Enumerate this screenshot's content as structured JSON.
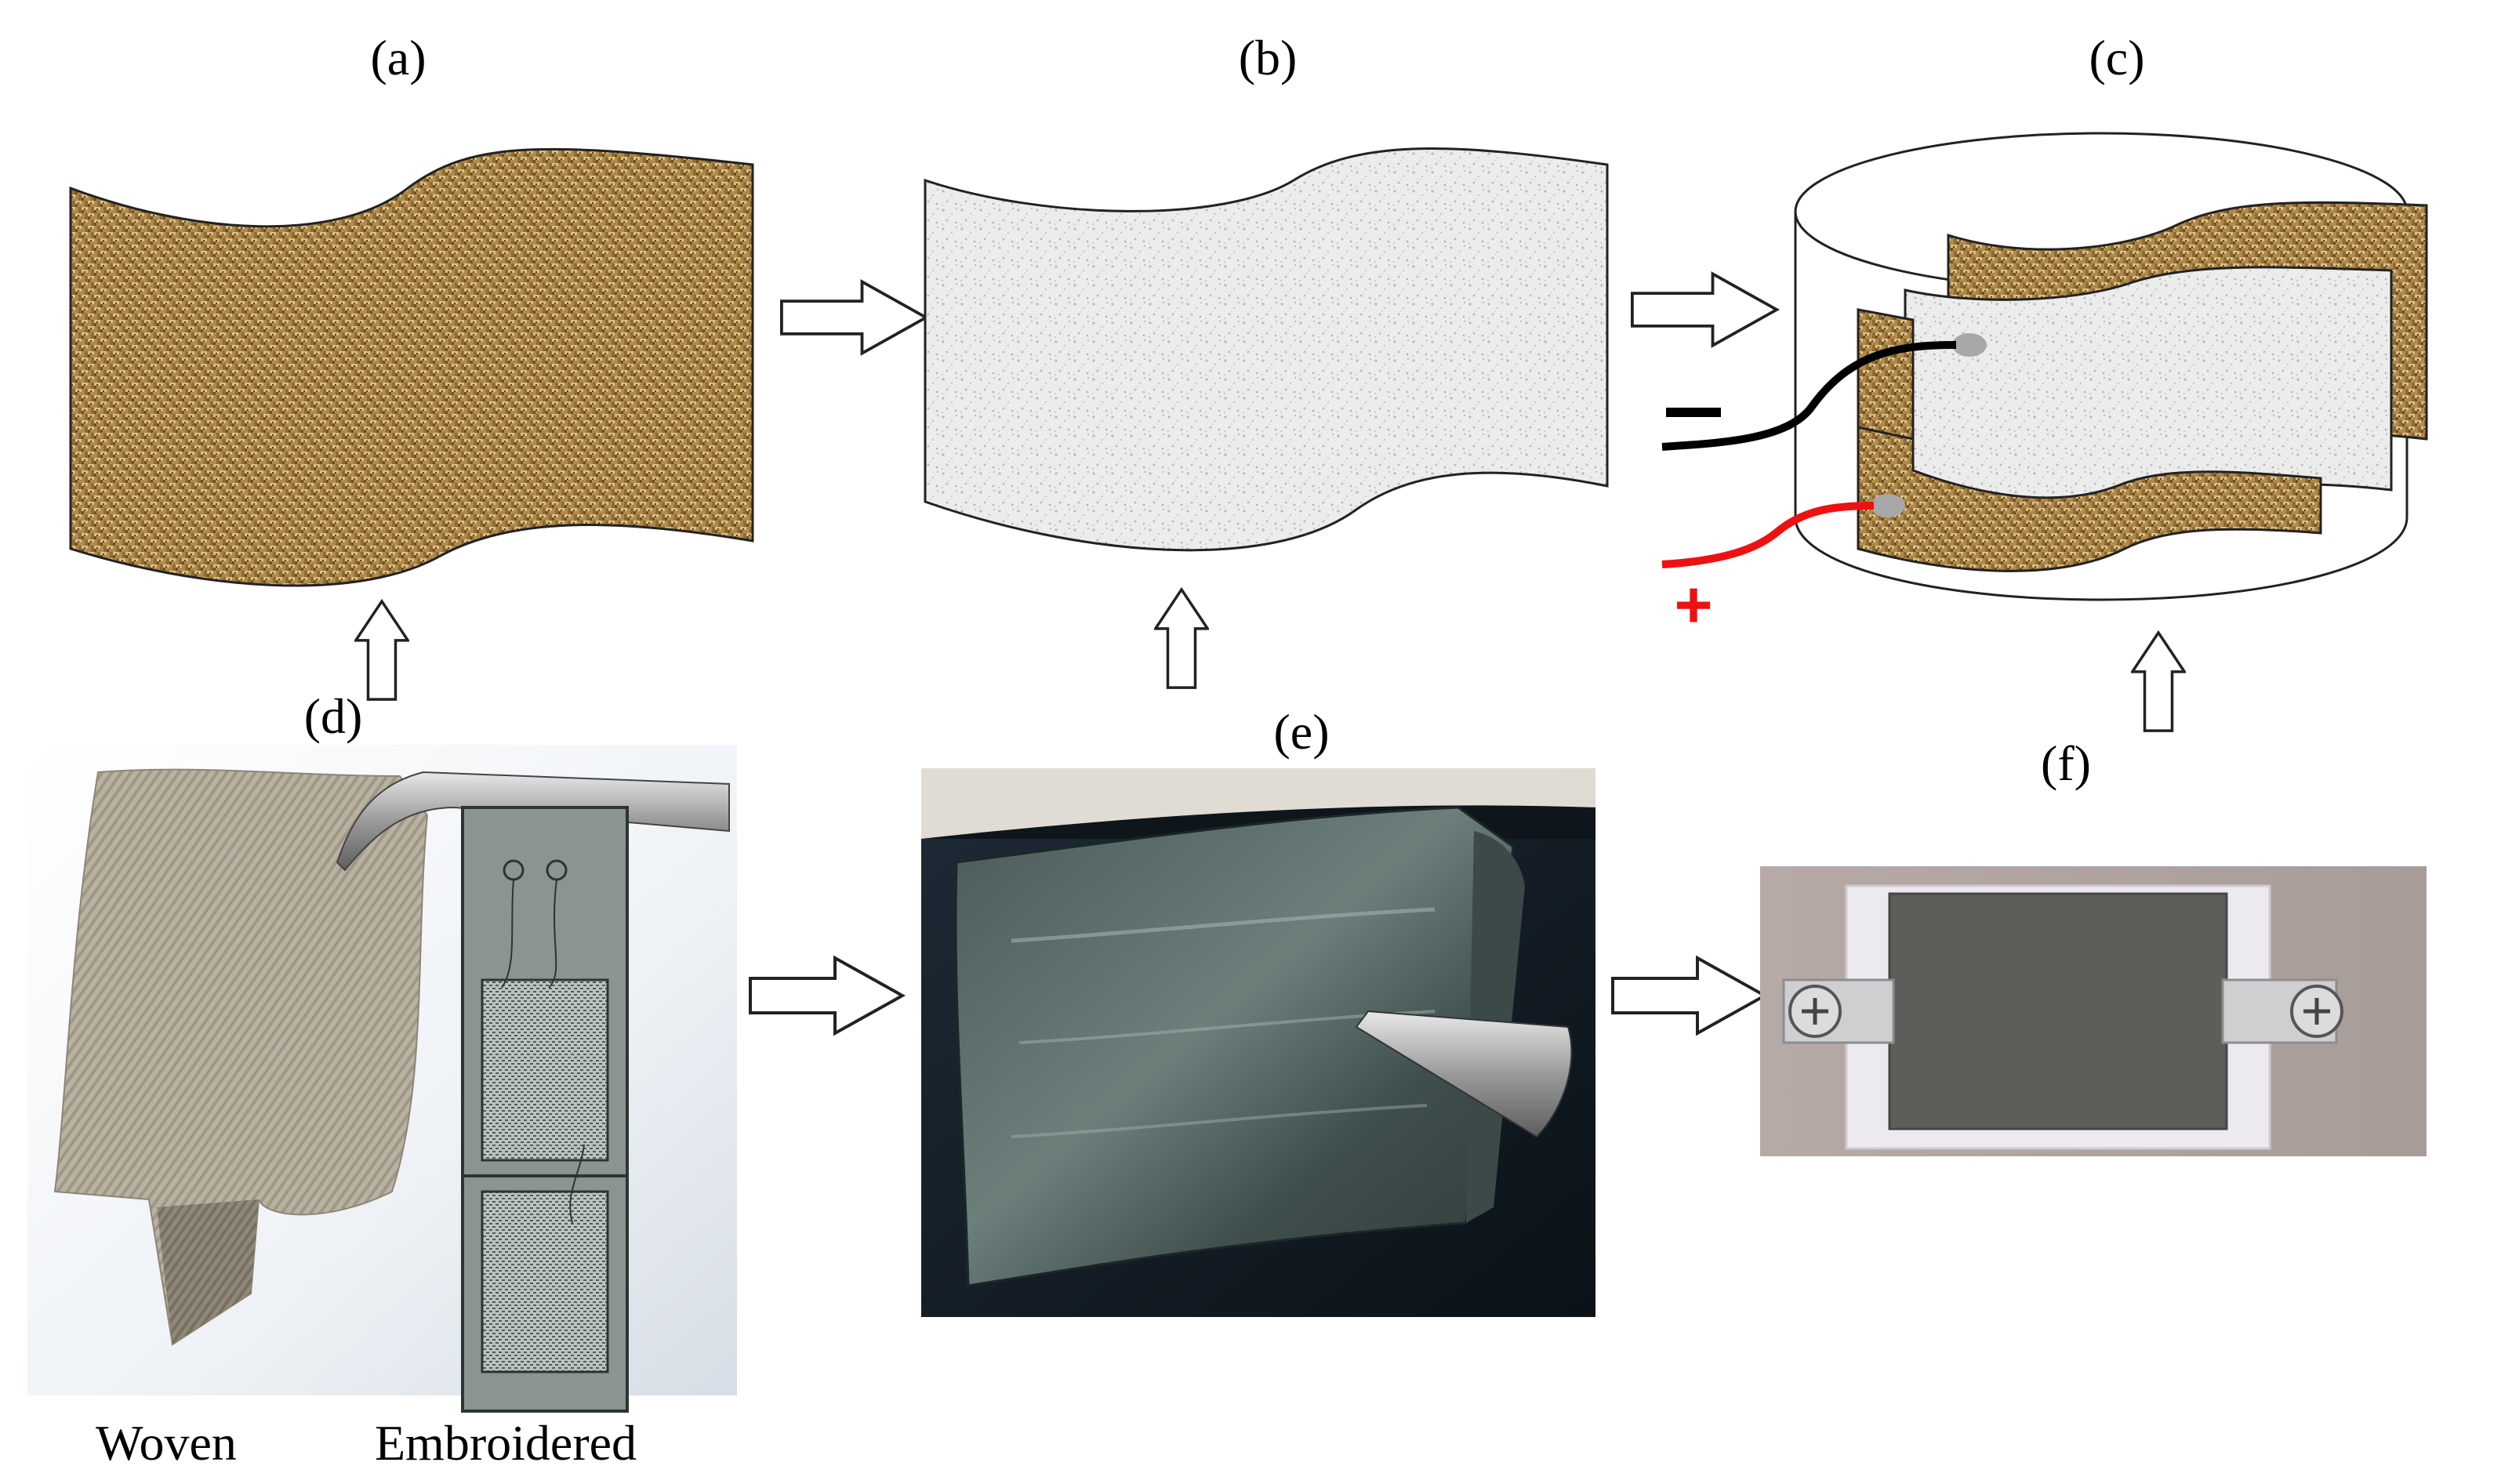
{
  "panels": {
    "a": {
      "label": "(a)"
    },
    "b": {
      "label": "(b)"
    },
    "c": {
      "label": "(c)",
      "negative": "−",
      "positive": "+"
    },
    "d": {
      "label": "(d)",
      "woven": "Woven",
      "embroidered": "Embroidered"
    },
    "e": {
      "label": "(e)"
    },
    "f": {
      "label": "(f)"
    }
  },
  "colors": {
    "fabric": "#b08a4a",
    "fabric_dark": "#6e4e22",
    "fabric_light": "#d9be85",
    "separator": "#ededed",
    "wire_negative": "#000000",
    "wire_positive": "#ee1111",
    "arrow_fill": "#ffffff",
    "arrow_stroke": "#222222"
  },
  "icons": {
    "arrow": "hollow-block-arrow",
    "tweezers": "tweezers-icon",
    "screw": "screw-icon"
  }
}
